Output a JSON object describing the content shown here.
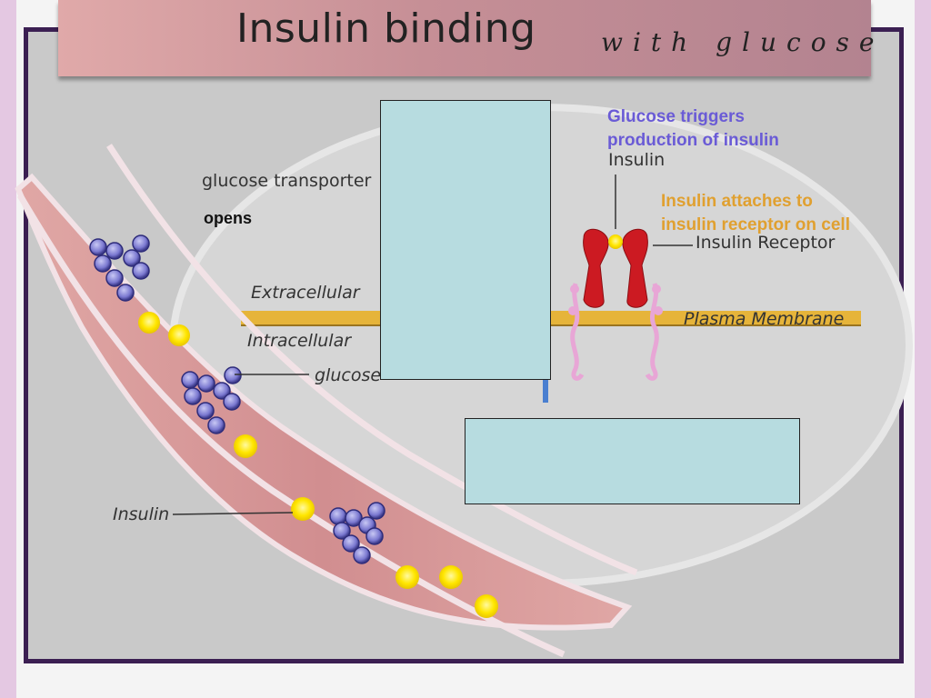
{
  "title": {
    "main": "Insulin binding",
    "sub": "with glucose"
  },
  "labels": {
    "glucose_transporter": "glucose transporter",
    "opens": "opens",
    "insulin_top": "Insulin",
    "insulin_receptor": "Insulin Receptor",
    "extracellular": "Extracellular",
    "plasma_membrane": "Plasma Membrane",
    "intracellular": "Intracellular",
    "glucose": "glucose",
    "insulin_vessel": "Insulin"
  },
  "annotations": {
    "glucose_triggers": {
      "lines": [
        "Glucose triggers",
        "production of insulin"
      ],
      "color": "#6a5bd6"
    },
    "insulin_attaches": {
      "lines": [
        "Insulin attaches to",
        "insulin receptor on cell"
      ],
      "color": "#e0a030"
    }
  },
  "colors": {
    "membrane": "#e6b43a",
    "insulin": "#ffe600",
    "glucose": "#7a78d0",
    "receptor": "#cc1a22",
    "vessel": "#d79a9a",
    "answer_box": "#b7dce0"
  }
}
